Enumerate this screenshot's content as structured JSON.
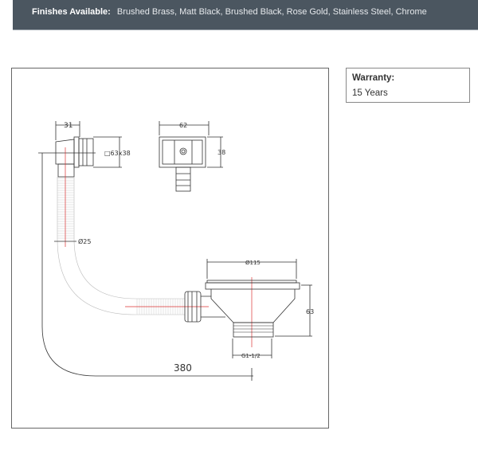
{
  "finishes": {
    "label": "Finishes Available:",
    "value": "Brushed Brass, Matt Black, Brushed Black, Rose Gold, Stainless Steel, Chrome"
  },
  "warranty": {
    "title": "Warranty:",
    "value": "15 Years"
  },
  "drawing": {
    "dim_overflow_depth": "31",
    "dim_overflow_size": "□63x38",
    "dim_hose_diameter": "Ø25",
    "dim_plate_width": "62",
    "dim_plate_height": "38",
    "dim_strainer_diameter": "Ø115",
    "dim_strainer_height": "63",
    "dim_thread": "G1-1/2",
    "dim_length": "380"
  }
}
